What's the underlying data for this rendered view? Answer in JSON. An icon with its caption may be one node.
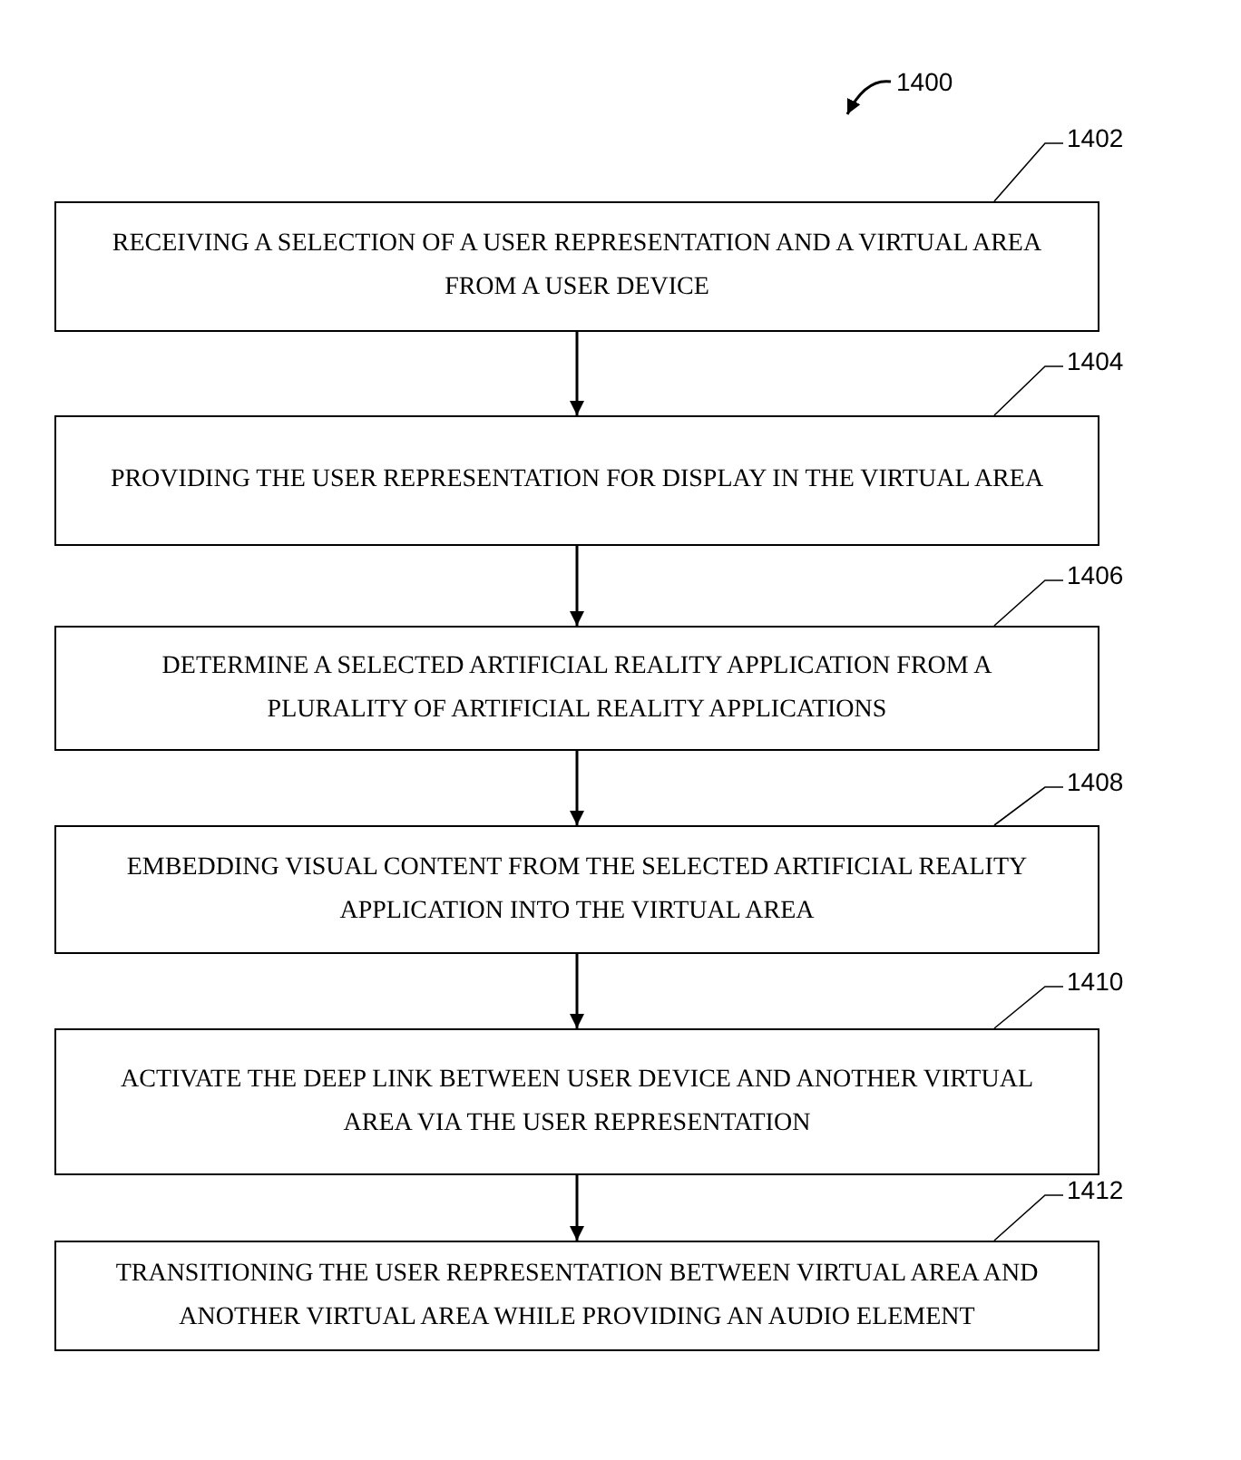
{
  "diagram": {
    "nodes": [
      {
        "text": [
          "1400"
        ]
      },
      {
        "text": [
          "1402"
        ]
      },
      {
        "text": [
          "RECEIVING A SELECTION OF A USER REPRESENTATION AND A VIRTUAL AREA FROM A USER DEVICE"
        ]
      },
      {
        "text": [
          "1404"
        ]
      },
      {
        "text": [
          "PROVIDING THE USER REPRESENTATION FOR DISPLAY IN THE VIRTUAL AREA"
        ]
      },
      {
        "text": [
          "1406"
        ]
      },
      {
        "text": [
          "DETERMINE A SELECTED ARTIFICIAL REALITY APPLICATION FROM A PLURALITY OF ARTIFICIAL REALITY APPLICATIONS"
        ]
      },
      {
        "text": [
          "1408"
        ]
      },
      {
        "text": [
          "EMBEDDING VISUAL CONTENT FROM THE SELECTED ARTIFICIAL REALITY APPLICATION INTO THE VIRTUAL AREA"
        ]
      },
      {
        "text": [
          "1410"
        ]
      },
      {
        "text": [
          "ACTIVATE THE DEEP LINK BETWEEN USER DEVICE AND ANOTHER VIRTUAL AREA VIA THE USER REPRESENTATION"
        ]
      },
      {
        "text": [
          "1412"
        ]
      },
      {
        "text": [
          "TRANSITIONING THE USER REPRESENTATION BETWEEN VIRTUAL AREA AND ANOTHER VIRTUAL AREA WHILE PROVIDING AN AUDIO ELEMENT"
        ]
      }
    ],
    "edges": [
      {
        "from": 0,
        "to": null,
        "arrow": "to"
      },
      {
        "from": 1,
        "to": 2,
        "arrow": "none"
      },
      {
        "from": 2,
        "to": 4,
        "arrow": "to"
      },
      {
        "from": 3,
        "to": 4,
        "arrow": "none"
      },
      {
        "from": 4,
        "to": 6,
        "arrow": "to"
      },
      {
        "from": 5,
        "to": 6,
        "arrow": "none"
      },
      {
        "from": 6,
        "to": 8,
        "arrow": "to"
      },
      {
        "from": 7,
        "to": 8,
        "arrow": "none"
      },
      {
        "from": 8,
        "to": 10,
        "arrow": "to"
      },
      {
        "from": 9,
        "to": 10,
        "arrow": "none"
      },
      {
        "from": 10,
        "to": 12,
        "arrow": "to"
      },
      {
        "from": 11,
        "to": 12,
        "arrow": "none"
      }
    ]
  }
}
